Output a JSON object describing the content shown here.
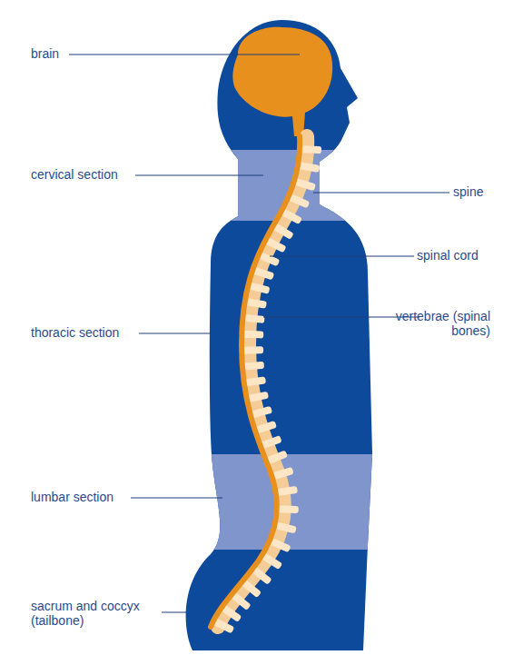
{
  "diagram": {
    "labels": [
      "brain",
      "cervical section",
      "thoracic section",
      "lumbar section",
      "sacrum and coccyx (tailbone)",
      "spine",
      "spinal cord",
      "vertebrae (spinal bones)"
    ]
  }
}
